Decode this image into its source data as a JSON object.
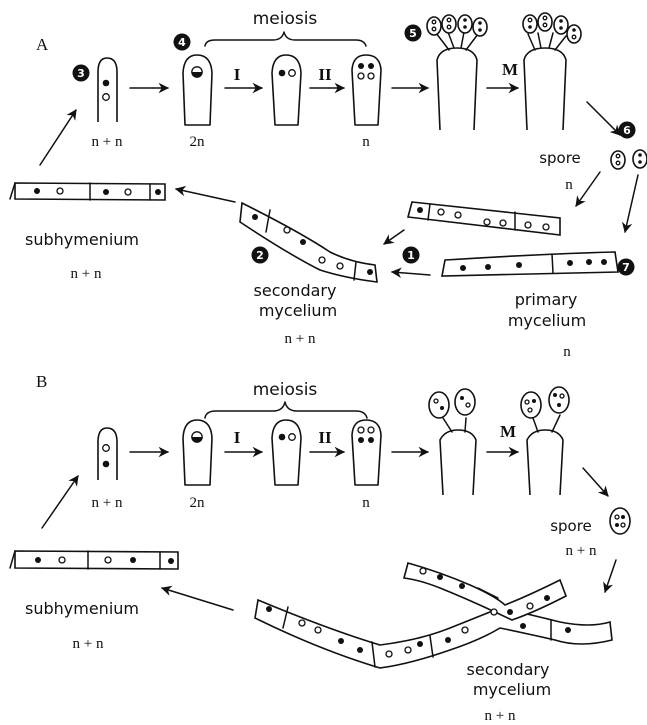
{
  "panels": {
    "a": {
      "letter": "A",
      "meiosis": "meiosis",
      "stage_I": "I",
      "stage_II": "II",
      "stage_M": "M",
      "ploidy_basidium_young": "n + n",
      "ploidy_2n": "2n",
      "ploidy_n": "n",
      "spore": "spore",
      "spore_ploidy": "n",
      "subhymenium": "subhymenium",
      "subhymenium_ploidy": "n + n",
      "secondary_line1": "secondary",
      "secondary_line2": "mycelium",
      "secondary_ploidy": "n + n",
      "primary_line1": "primary",
      "primary_line2": "mycelium",
      "primary_ploidy": "n",
      "badges": [
        "1",
        "2",
        "3",
        "4",
        "5",
        "6",
        "7"
      ]
    },
    "b": {
      "letter": "B",
      "meiosis": "meiosis",
      "stage_I": "I",
      "stage_II": "II",
      "stage_M": "M",
      "ploidy_basidium_young": "n + n",
      "ploidy_2n": "2n",
      "ploidy_n": "n",
      "spore": "spore",
      "spore_ploidy": "n + n",
      "subhymenium": "subhymenium",
      "subhymenium_ploidy": "n + n",
      "secondary_line1": "secondary",
      "secondary_line2": "mycelium",
      "secondary_ploidy": "n + n"
    }
  },
  "colors": {
    "ink": "#111111",
    "background": "#ffffff"
  }
}
